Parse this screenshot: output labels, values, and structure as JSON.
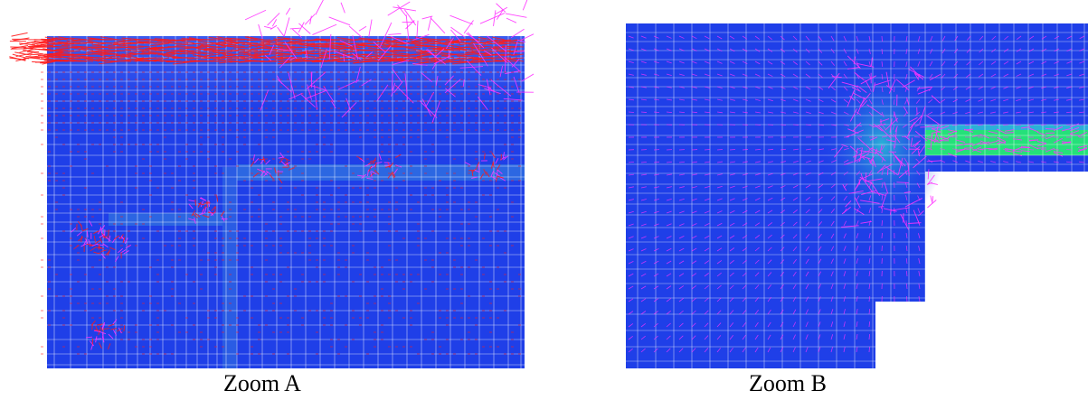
{
  "figure": {
    "panels": [
      {
        "id": "a",
        "caption": "Zoom A"
      },
      {
        "id": "b",
        "caption": "Zoom B"
      }
    ]
  },
  "colors": {
    "background": "#ffffff",
    "field_low": "#1f3fe8",
    "field_mid": "#2a7ee0",
    "field_high": "#25e07a",
    "mesh_lines": "#ffffff",
    "vectors_primary": "#ff1a1a",
    "vectors_secondary": "#ff33ff"
  }
}
